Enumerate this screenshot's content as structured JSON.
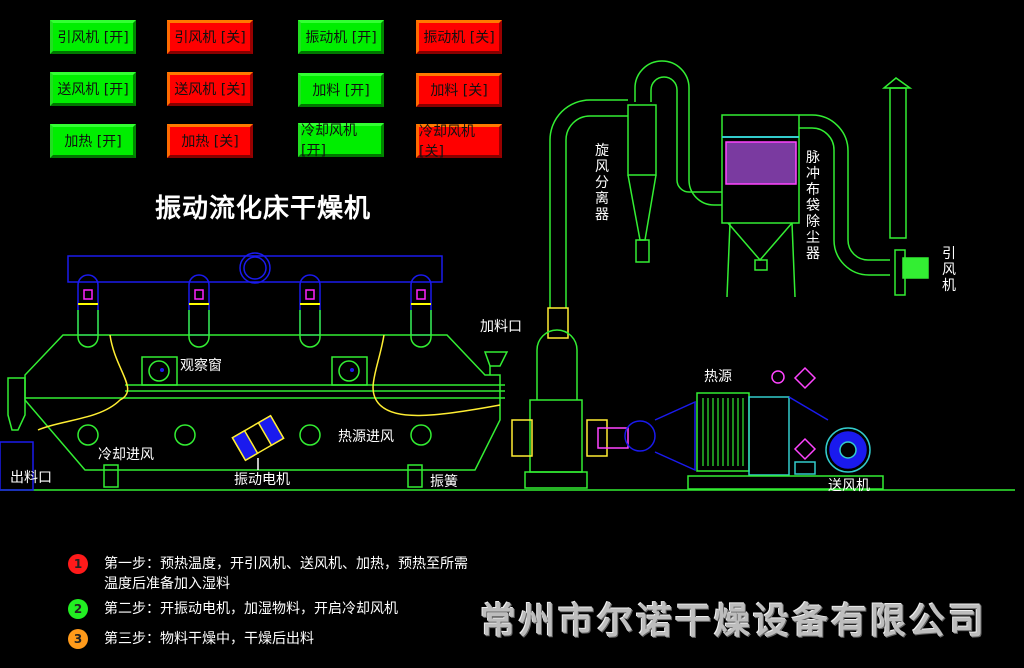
{
  "controls": {
    "buttons": [
      {
        "label": "引风机 [开]",
        "state": "on"
      },
      {
        "label": "引风机 [关]",
        "state": "off"
      },
      {
        "label": "振动机 [开]",
        "state": "on"
      },
      {
        "label": "振动机 [关]",
        "state": "off"
      },
      {
        "label": "送风机 [开]",
        "state": "on"
      },
      {
        "label": "送风机 [关]",
        "state": "off"
      },
      {
        "label": "加料 [开]",
        "state": "on"
      },
      {
        "label": "加料 [关]",
        "state": "off"
      },
      {
        "label": "加热 [开]",
        "state": "on"
      },
      {
        "label": "加热 [关]",
        "state": "off"
      },
      {
        "label": "冷却风机 [开]",
        "state": "on"
      },
      {
        "label": "冷却风机 [关]",
        "state": "off"
      }
    ]
  },
  "diagram": {
    "title": "振动流化床干燥机",
    "labels": {
      "observation_window": "观察窗",
      "cooling_inlet": "冷却进风",
      "heat_inlet": "热源进风",
      "vibration_motor": "振动电机",
      "spring": "振簧",
      "discharge": "出料口",
      "feed_inlet": "加料口",
      "heat_source": "热源",
      "blower": "送风机",
      "cyclone": "旋风分离器",
      "bag_filter": "脉冲布袋除尘器",
      "induced_fan": "引风机"
    }
  },
  "steps": [
    {
      "num": "1",
      "color": "#ff1a1a",
      "text": "第一步：预热温度，开引风机、送风机、加热，预热至所需温度后准备加入湿料"
    },
    {
      "num": "2",
      "color": "#22ee22",
      "text": "第二步：开振动电机，加湿物料，开启冷却风机"
    },
    {
      "num": "3",
      "color": "#ff9a1a",
      "text": "第三步：物料干燥中，干燥后出料"
    }
  ],
  "company": "常州市尔诺干燥设备有限公司",
  "colors": {
    "on": "#00ee00",
    "off": "#ff0000",
    "line": "#33ee33",
    "blue": "#1a1aee",
    "background": "#000000"
  }
}
